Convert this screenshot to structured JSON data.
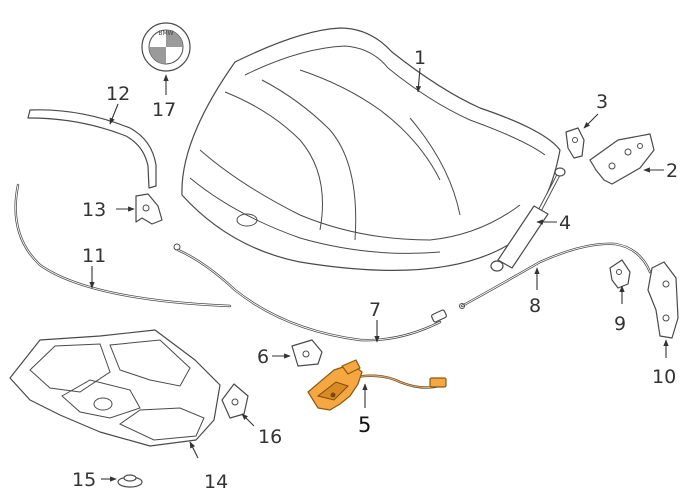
{
  "highlight_color": "#f5a742",
  "logo": {
    "text": "BMW"
  },
  "callouts": {
    "c1": "1",
    "c2": "2",
    "c3": "3",
    "c4": "4",
    "c5": "5",
    "c6": "6",
    "c7": "7",
    "c8": "8",
    "c9": "9",
    "c10": "10",
    "c11": "11",
    "c12": "12",
    "c13": "13",
    "c14": "14",
    "c15": "15",
    "c16": "16",
    "c17": "17"
  }
}
